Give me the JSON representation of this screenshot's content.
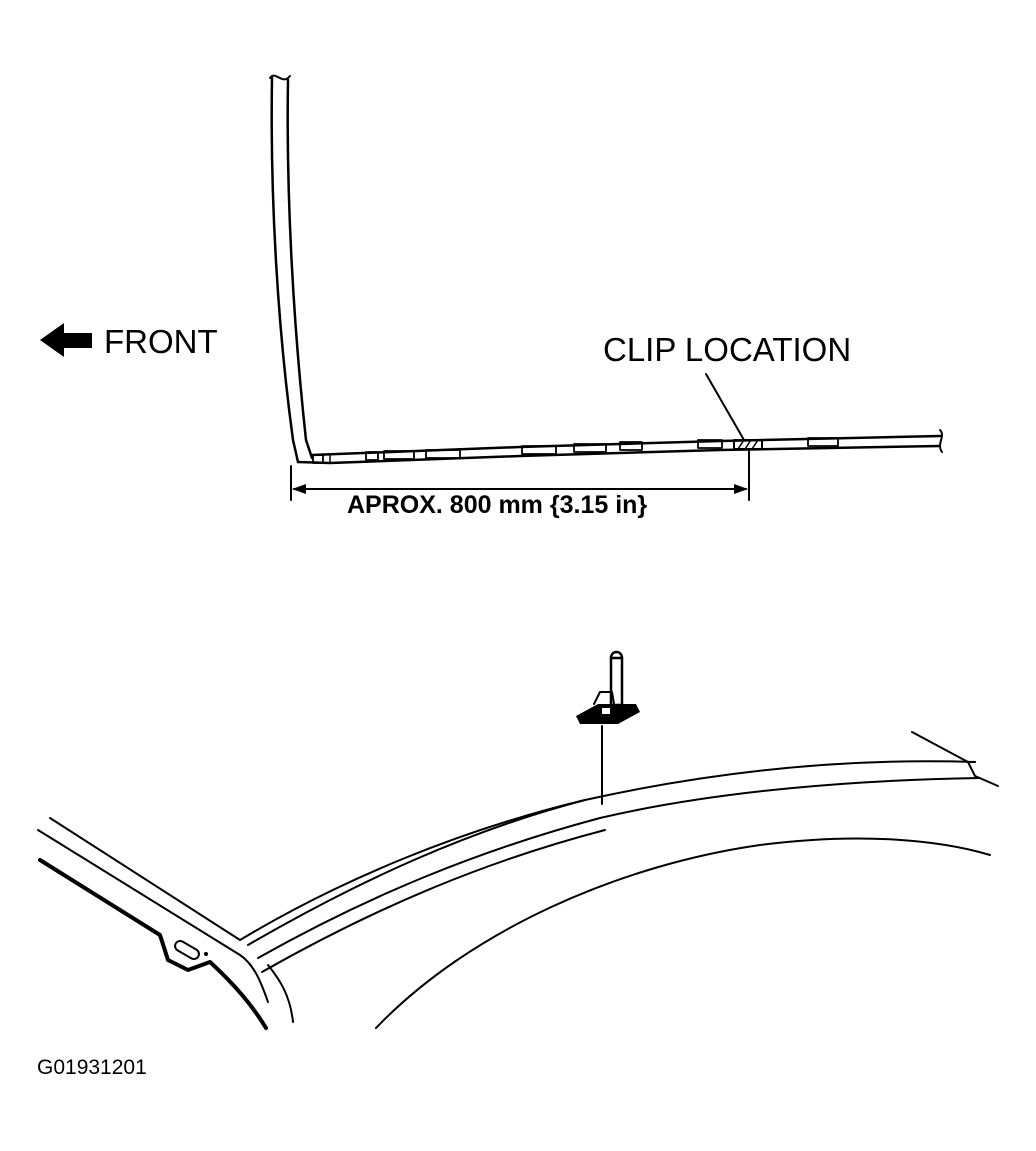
{
  "labels": {
    "front": "FRONT",
    "clip_location": "CLIP LOCATION",
    "dimension": "APROX. 800 mm {3.15 in}",
    "figure_id": "G01931201"
  },
  "icons": {
    "front_arrow": "left-arrow-icon"
  },
  "colors": {
    "ink": "#000000",
    "background": "#ffffff"
  }
}
